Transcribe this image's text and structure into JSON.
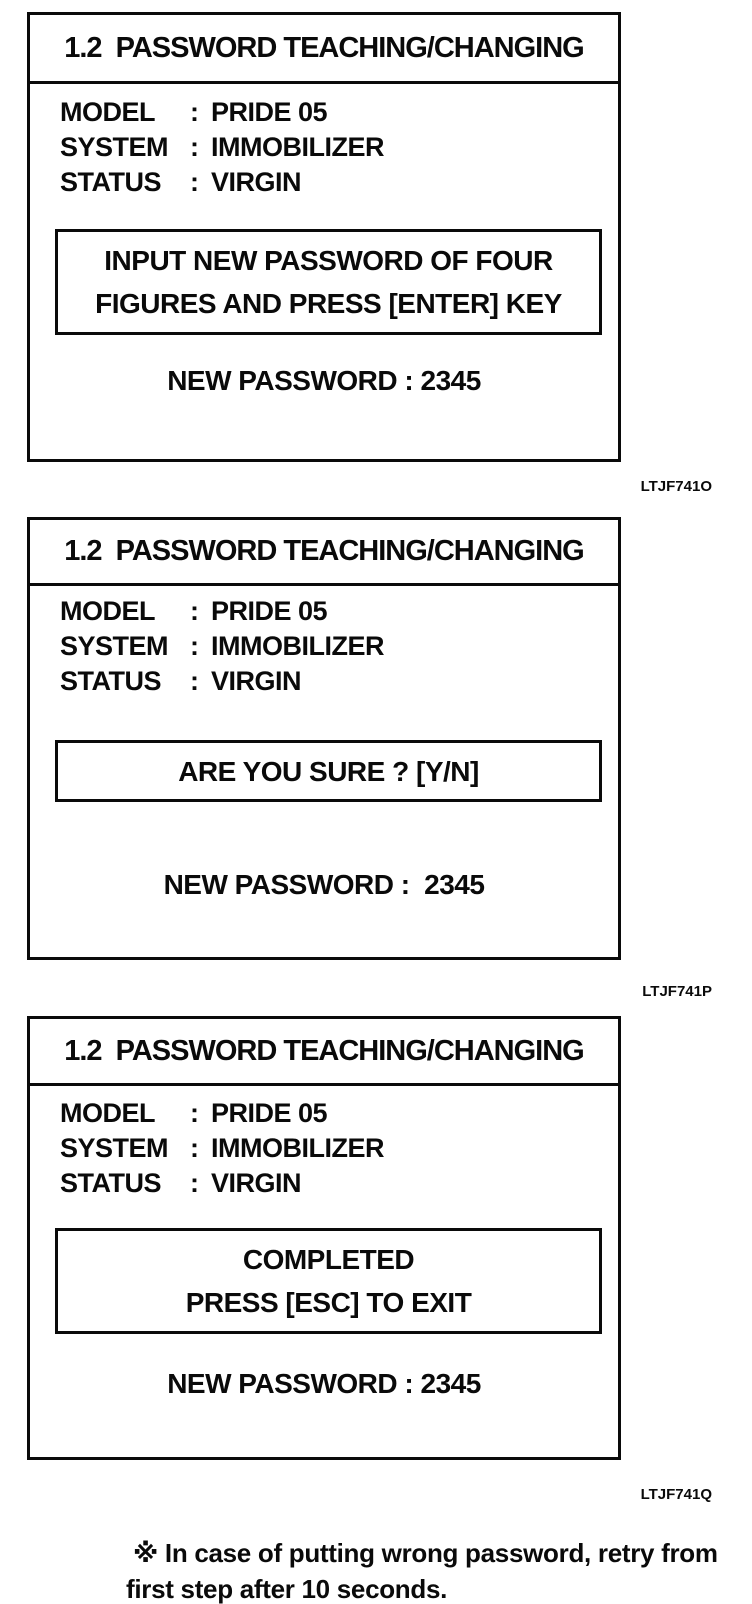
{
  "screens": [
    {
      "title": "1.2  PASSWORD TEACHING/CHANGING",
      "fields": [
        {
          "label": "MODEL",
          "separator": ":",
          "value": "PRIDE 05"
        },
        {
          "label": "SYSTEM",
          "separator": ":",
          "value": "IMMOBILIZER"
        },
        {
          "label": "STATUS",
          "separator": ":",
          "value": "VIRGIN"
        }
      ],
      "message_lines": [
        "INPUT NEW PASSWORD OF FOUR",
        "FIGURES AND PRESS [ENTER] KEY"
      ],
      "password_line": "NEW PASSWORD : 2345",
      "figure_code": "LTJF741O"
    },
    {
      "title": "1.2  PASSWORD TEACHING/CHANGING",
      "fields": [
        {
          "label": "MODEL",
          "separator": ":",
          "value": "PRIDE 05"
        },
        {
          "label": "SYSTEM",
          "separator": ":",
          "value": "IMMOBILIZER"
        },
        {
          "label": "STATUS",
          "separator": ":",
          "value": "VIRGIN"
        }
      ],
      "message_lines": [
        "ARE YOU SURE ? [Y/N]"
      ],
      "password_line": "NEW PASSWORD :  2345",
      "figure_code": "LTJF741P"
    },
    {
      "title": "1.2  PASSWORD TEACHING/CHANGING",
      "fields": [
        {
          "label": "MODEL",
          "separator": ":",
          "value": "PRIDE 05"
        },
        {
          "label": "SYSTEM",
          "separator": ":",
          "value": "IMMOBILIZER"
        },
        {
          "label": "STATUS",
          "separator": ":",
          "value": "VIRGIN"
        }
      ],
      "message_lines": [
        "COMPLETED",
        "PRESS [ESC] TO EXIT"
      ],
      "password_line": "NEW PASSWORD : 2345",
      "figure_code": "LTJF741Q"
    }
  ],
  "footnote": {
    "line1": "※ In case of putting wrong password, retry from",
    "line2": "first step after 10 seconds."
  }
}
